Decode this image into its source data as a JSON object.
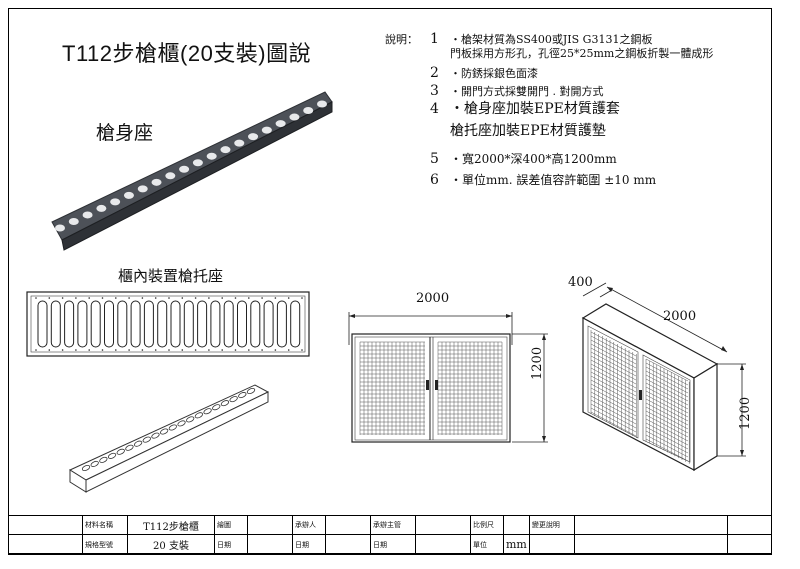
{
  "title": "T112步槍櫃(20支裝)圖說",
  "notes": {
    "header": "說明：",
    "items": [
      {
        "num": "1",
        "text": "・槍架材質為SS400或JIS G3131之鋼板"
      },
      {
        "num": "",
        "text": "門板採用方形孔，孔徑25*25mm之鋼板折製一體成形"
      },
      {
        "num": "2",
        "text": "・防銹採銀色面漆"
      },
      {
        "num": "3",
        "text": "・開門方式採雙開門 . 對開方式"
      },
      {
        "num": "4",
        "text": "・槍身座加裝EPE材質護套"
      },
      {
        "num": "",
        "text": "槍托座加裝EPE材質護墊"
      },
      {
        "num": "5",
        "text": "・寬2000*深400*高1200mm"
      },
      {
        "num": "6",
        "text": "・單位mm. 誤差值容許範圍 ±10 mm"
      }
    ]
  },
  "labels": {
    "barrel_rack": "槍身座",
    "stock_rack": "櫃內裝置槍托座"
  },
  "dimensions": {
    "front_width": "2000",
    "front_height": "1200",
    "iso_depth": "400",
    "iso_width": "2000",
    "iso_height": "1200"
  },
  "title_block": {
    "name_label": "材料名稱",
    "name_value": "T112步槍櫃",
    "spec_label": "規格型號",
    "spec_value": "20 支裝",
    "designer": "繪圖",
    "checker": "承辦人",
    "approver": "承辦主管",
    "date": "日期",
    "scale": "比例尺",
    "unit_label": "單位",
    "unit_value": "mm",
    "revision": "變更說明"
  }
}
